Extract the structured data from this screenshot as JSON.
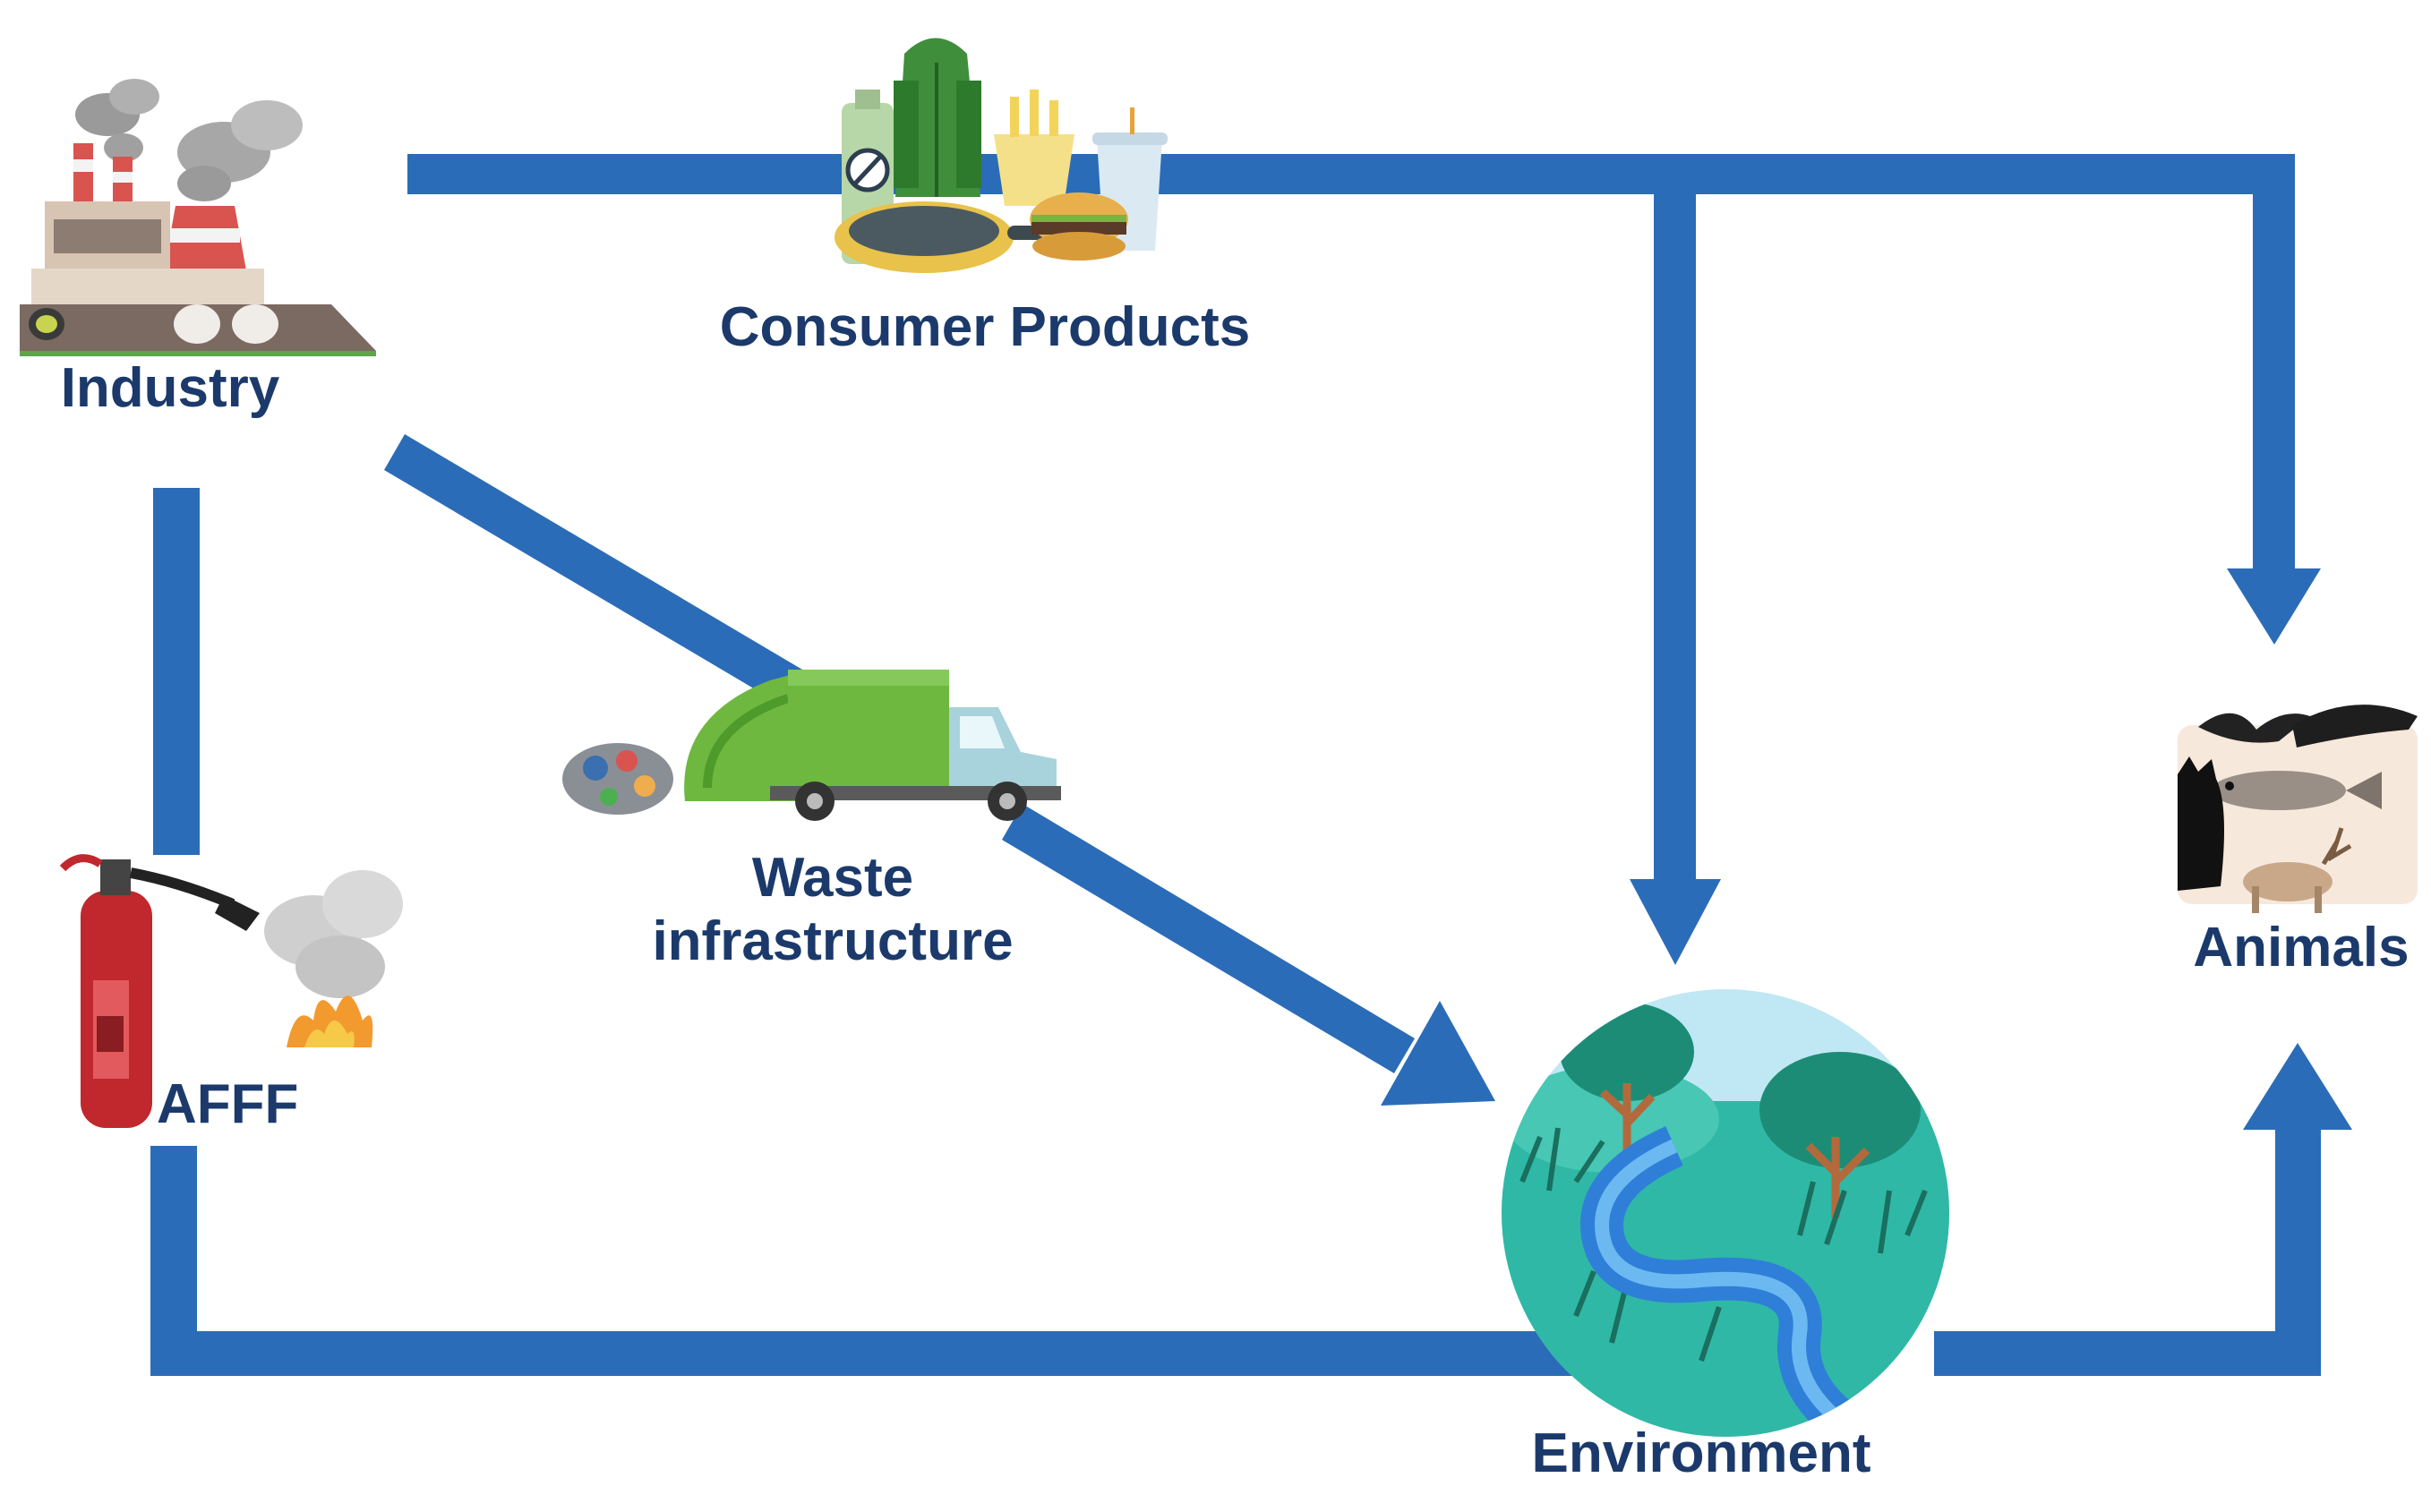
{
  "diagram": {
    "colors": {
      "arrow": "#2B6CB8",
      "label_text": "#1B3A6B"
    },
    "nodes": {
      "industry": {
        "label": "Industry",
        "icon": "factory-icon"
      },
      "consumer_products": {
        "label": "Consumer Products",
        "icon": "consumer-products-icon"
      },
      "waste_infrastructure": {
        "label_line1": "Waste",
        "label_line2": "infrastructure",
        "icon": "garbage-truck-icon"
      },
      "afff": {
        "label": "AFFF",
        "icon": "fire-extinguisher-icon"
      },
      "environment": {
        "label": "Environment",
        "icon": "landscape-river-icon"
      },
      "animals": {
        "label": "Animals",
        "icon": "animals-collage-icon"
      }
    },
    "flows": [
      {
        "from": "Industry",
        "to": "Consumer Products"
      },
      {
        "from": "Consumer Products",
        "to": "Environment"
      },
      {
        "from": "Consumer Products",
        "to": "Animals"
      },
      {
        "from": "Industry",
        "to": "Waste infrastructure"
      },
      {
        "from": "Waste infrastructure",
        "to": "Environment"
      },
      {
        "from": "Industry",
        "to": "AFFF"
      },
      {
        "from": "AFFF",
        "to": "Environment"
      },
      {
        "from": "Environment",
        "to": "Animals"
      }
    ]
  }
}
